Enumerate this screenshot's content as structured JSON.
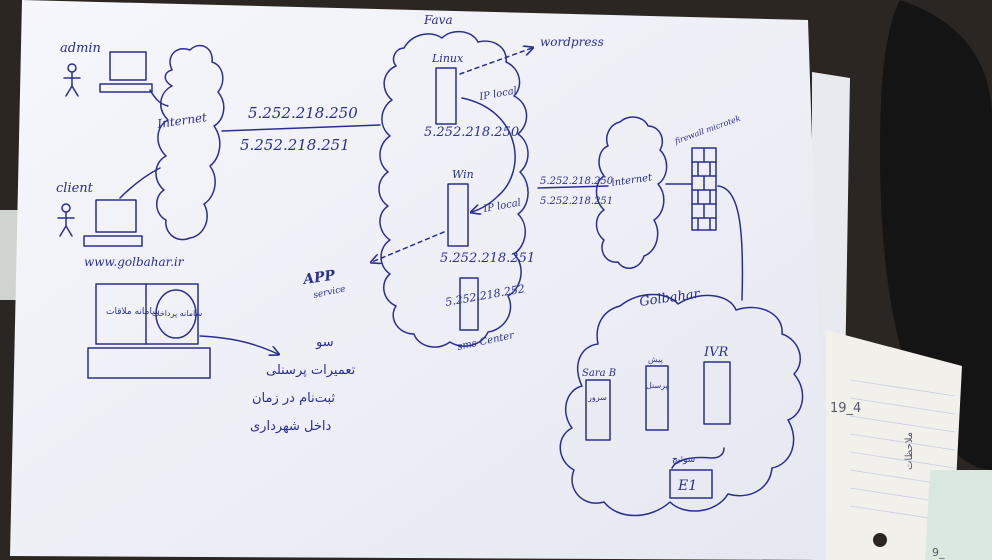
{
  "texts": {
    "admin": "admin",
    "client": "client",
    "internet_left": "Internet",
    "site": "www.golbahar.ir",
    "ip1_top": "5.252.218.250",
    "ip1_bottom": "5.252.218.251",
    "fava": "Fava",
    "linux": "Linux",
    "wordpress": "wordpress",
    "ip_local_1": "IP local",
    "ip_linux": "5.252.218.250",
    "win": "Win",
    "ip_local_2": "IP local",
    "ip_win": "5.252.218.251",
    "ip_sms": "5.252.218.252",
    "sms_center": "sms Center",
    "app": "APP",
    "service": "service",
    "ip_right_top": "5.252.218.250",
    "ip_right_bottom": "5.252.218.251",
    "internet_right": "internet",
    "firewall": "firewall microtek",
    "golbahar": "Golbahar",
    "server_b": "Sara B",
    "ivr": "IVR",
    "e1": "E1",
    "fa_box_left": "سامانه ملاقات",
    "fa_box_right": "سامانه پرداخت",
    "fa_note": "سو\nتعمیرات پرسنلی\nثبت‌نام در زمان\nداخل شهرداری",
    "fa_server_1": "سرور",
    "fa_server_2": "پرسنل",
    "fa_server_3": "پیش",
    "fa_switch": "سوئیچ",
    "side_date": "19_4",
    "side_text": "ملاحظات",
    "side_bottom": "9_"
  },
  "colors": {
    "paper": "#f4f5fb",
    "ink": "#2a2f8f",
    "table": "#2b2622"
  }
}
